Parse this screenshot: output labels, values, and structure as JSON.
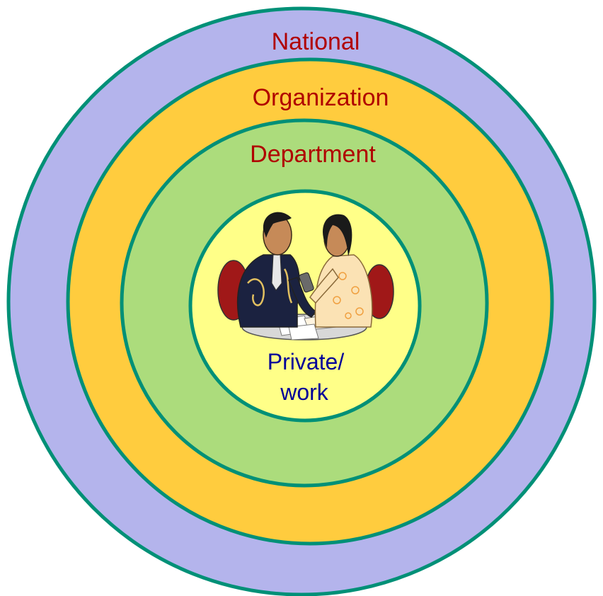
{
  "diagram": {
    "rings": [
      {
        "label": "National",
        "fill": "#b4b4ec",
        "label_color": "#b00000"
      },
      {
        "label": "Organization",
        "fill": "#ffcc3e",
        "label_color": "#b00000"
      },
      {
        "label": "Department",
        "fill": "#acdc7c",
        "label_color": "#b00000"
      }
    ],
    "core": {
      "label_line1": "Private/",
      "label_line2": "work",
      "fill": "#ffff88",
      "label_color": "#000099"
    },
    "stroke_color": "#009077",
    "illustration": "two-people-meeting-icon"
  }
}
